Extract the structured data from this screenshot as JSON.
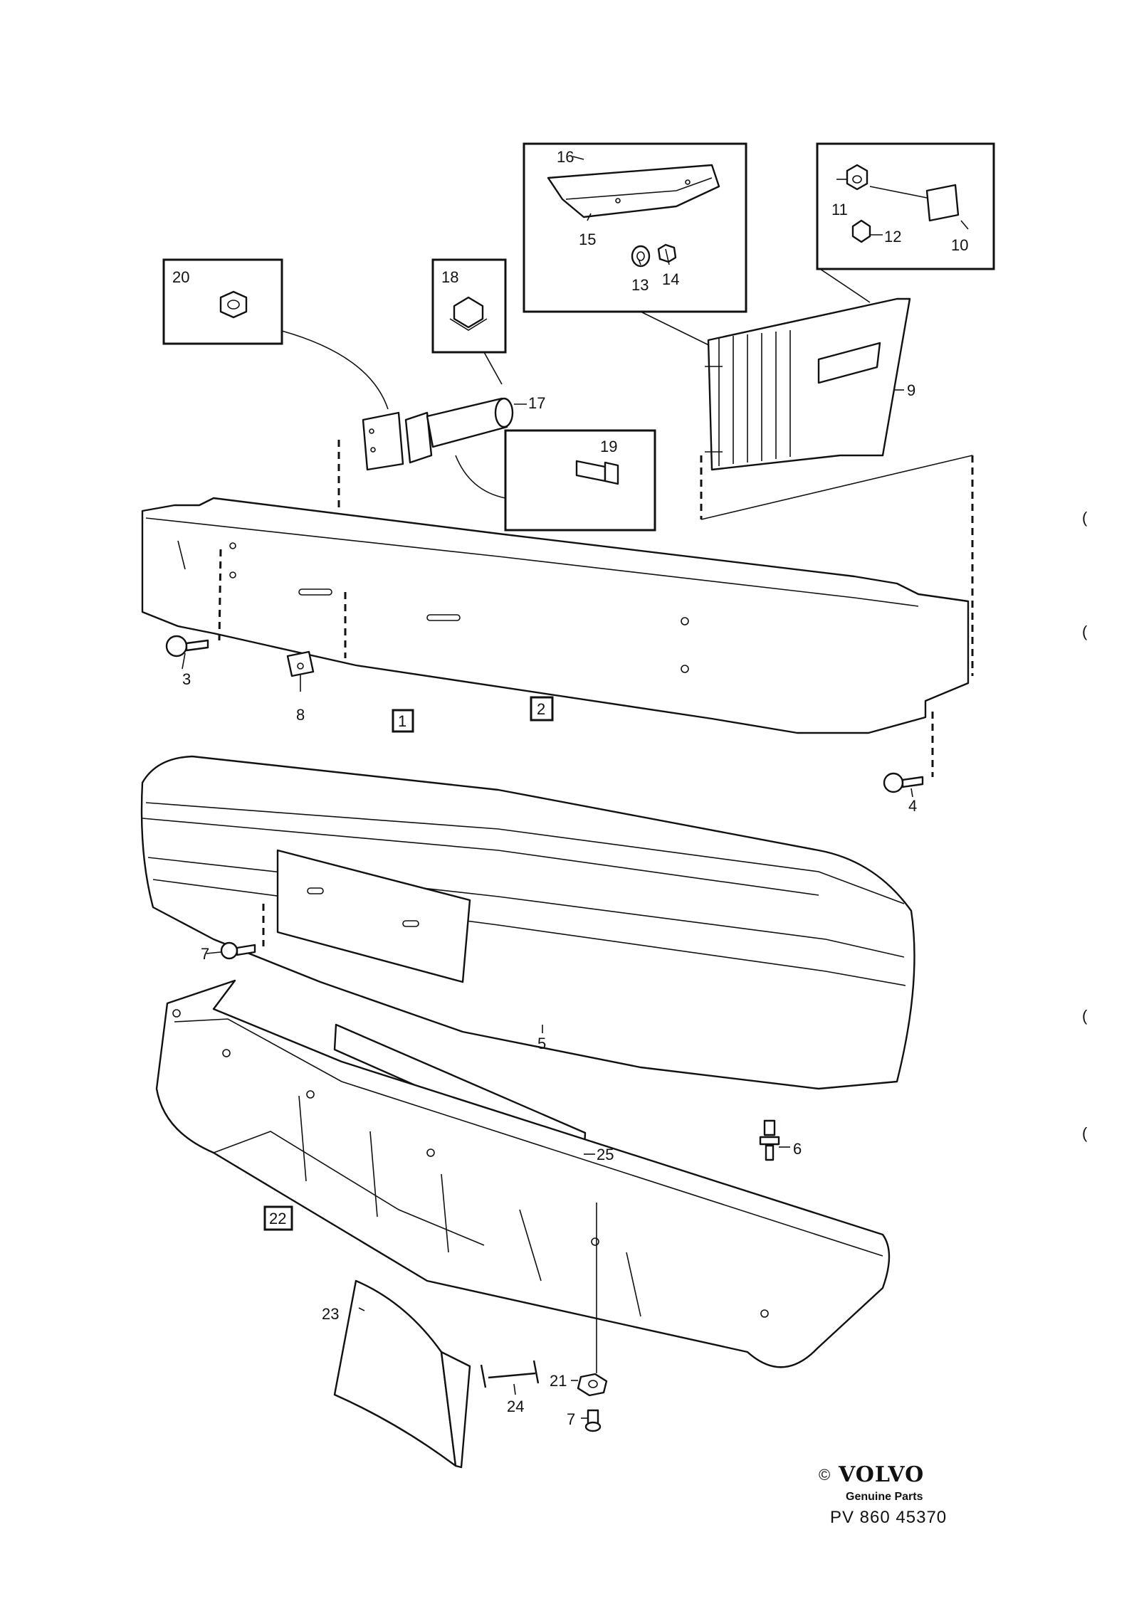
{
  "labels": {
    "p1": "1",
    "p2": "2",
    "p3": "3",
    "p4": "4",
    "p5": "5",
    "p6": "6",
    "p7a": "7",
    "p7b": "7",
    "p8": "8",
    "p9": "9",
    "p10": "10",
    "p11": "11",
    "p12": "12",
    "p13": "13",
    "p14": "14",
    "p15": "15",
    "p16": "16",
    "p17": "17",
    "p18": "18",
    "p19": "19",
    "p20": "20",
    "p21": "21",
    "p22": "22",
    "p23": "23",
    "p24": "24",
    "p25": "25"
  },
  "margin_marks": [
    "(",
    "(",
    "(",
    "("
  ],
  "footer": {
    "copyright": "©",
    "brand": "VOLVO",
    "tagline": "Genuine Parts",
    "code": "PV 860 45370"
  }
}
